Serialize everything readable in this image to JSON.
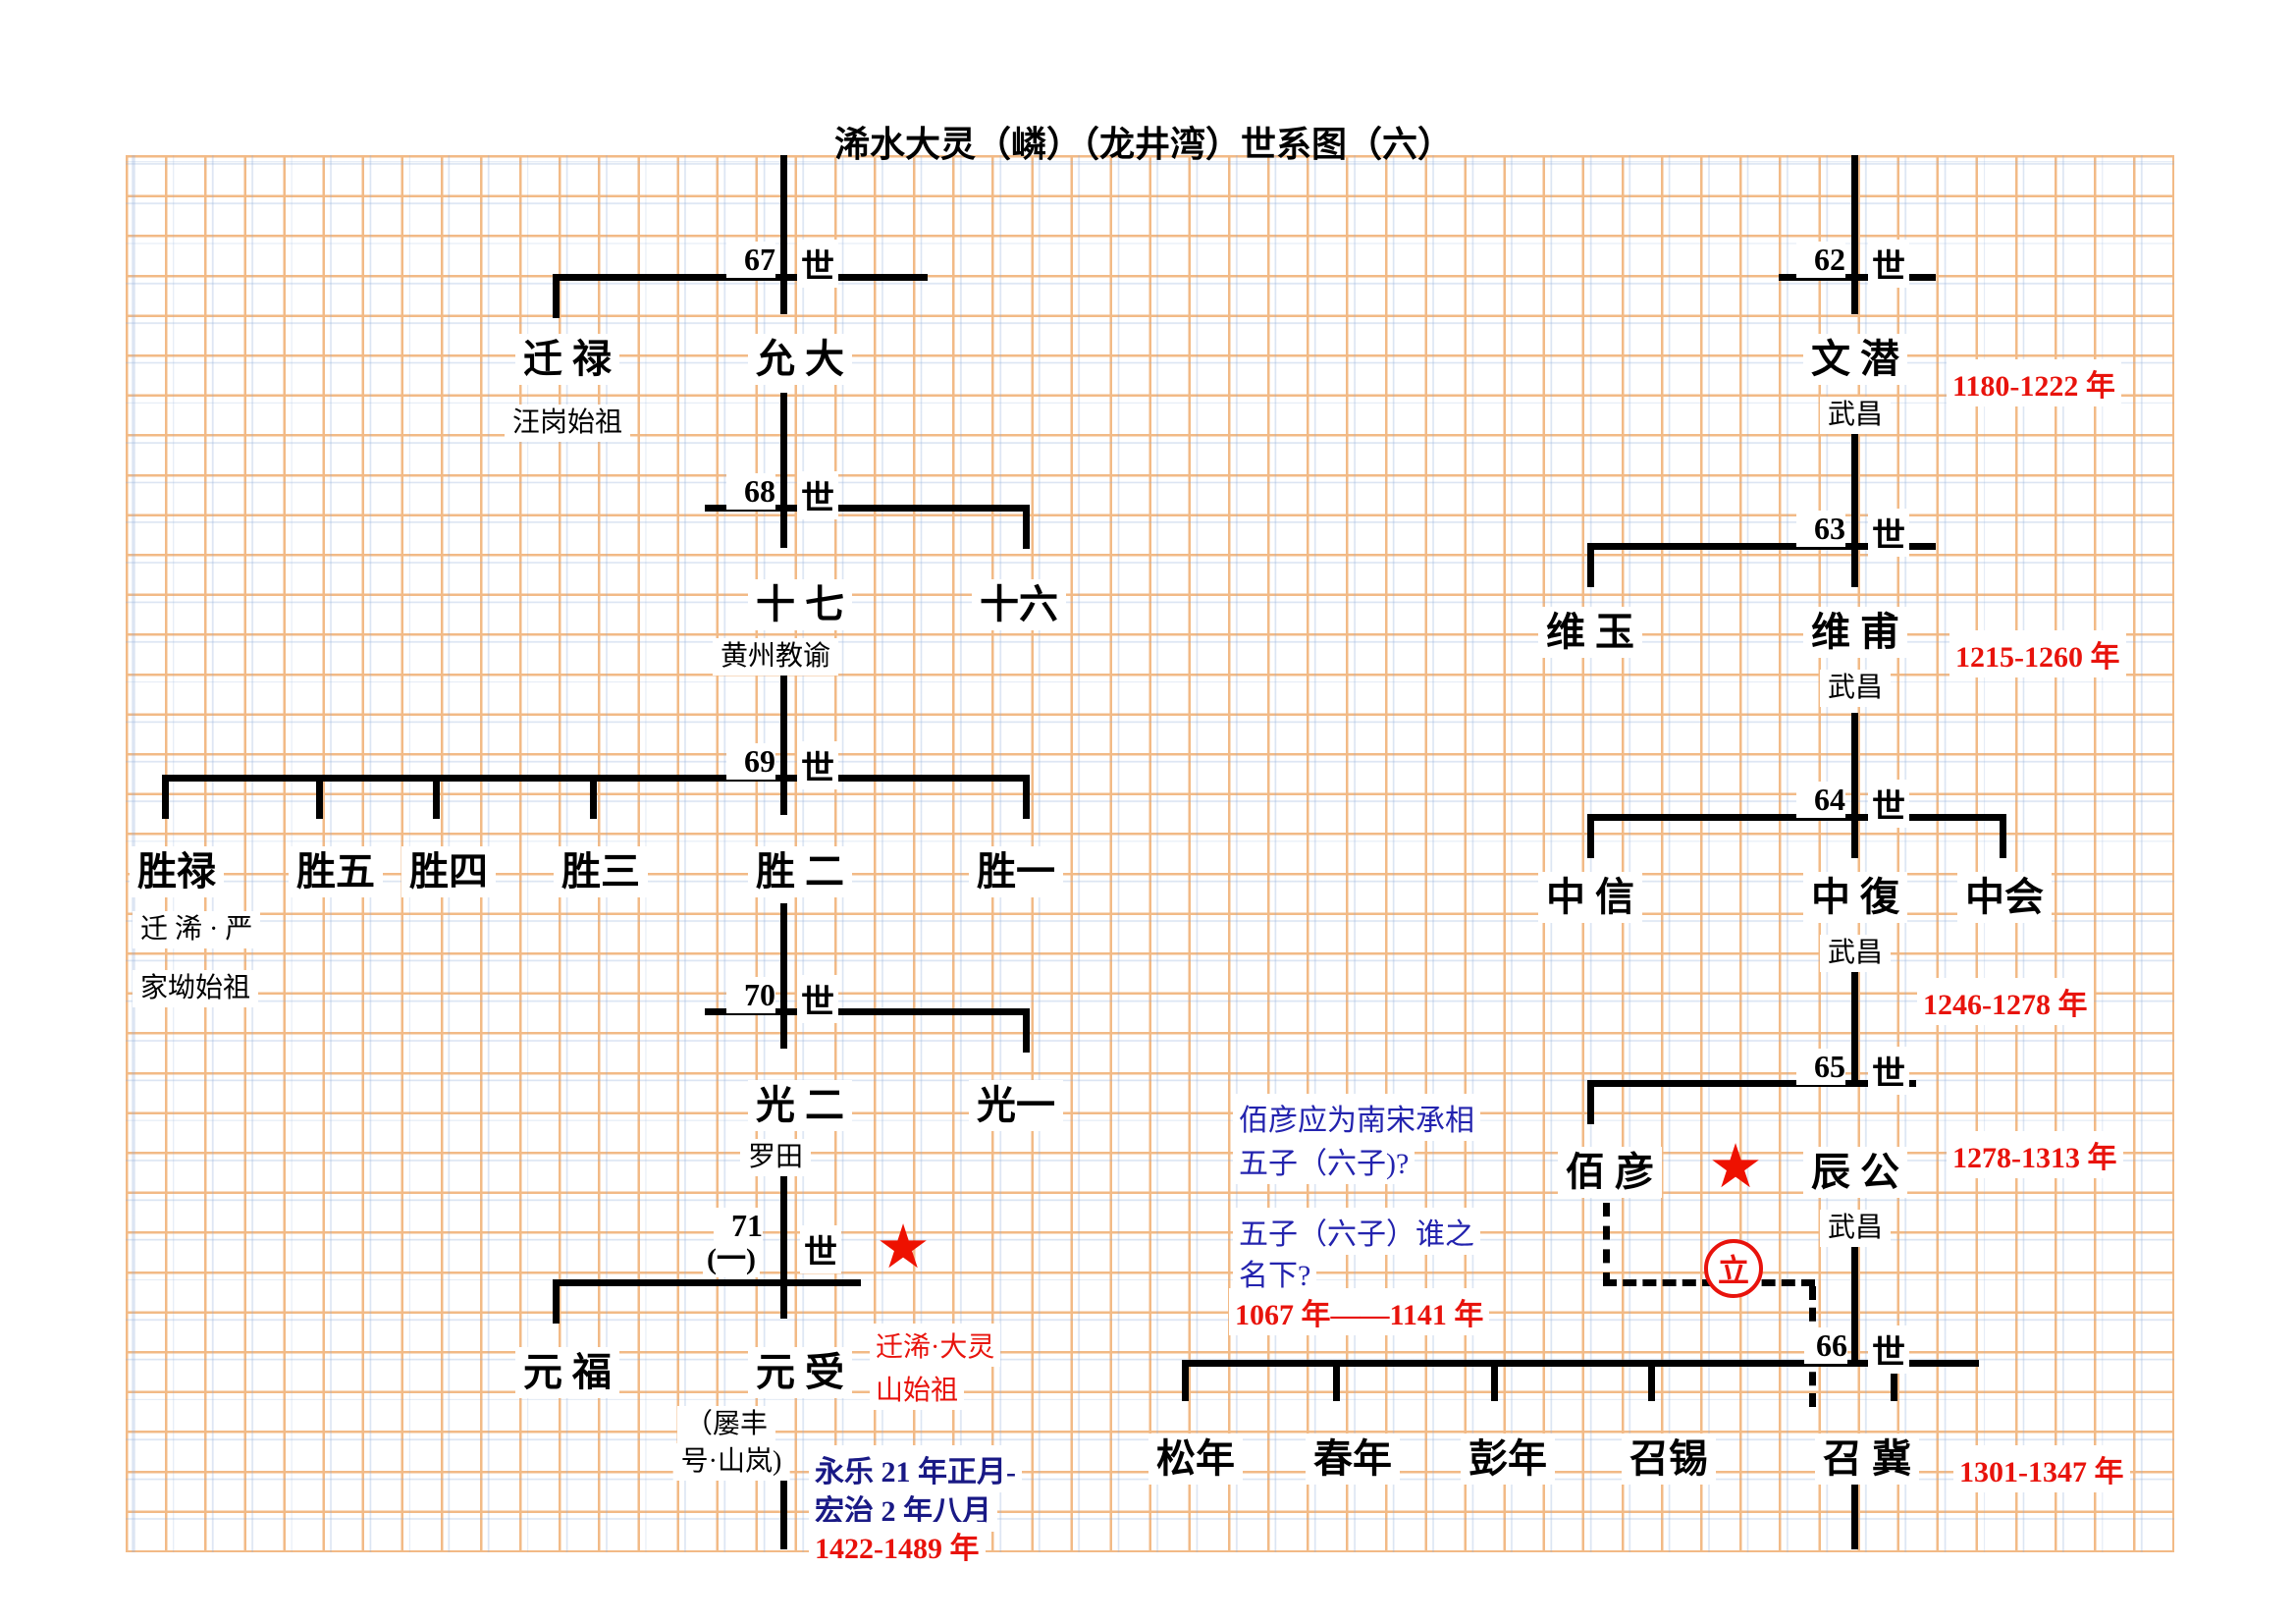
{
  "title": "浠水大灵（嶙）（龙井湾）世系图（六）",
  "symbols": {
    "star": "★",
    "adopt_stamp": "立"
  },
  "left_tree": {
    "g67": {
      "num": "67",
      "shi": "世"
    },
    "g68": {
      "num": "68",
      "shi": "世"
    },
    "g69": {
      "num": "69",
      "shi": "世"
    },
    "g70": {
      "num": "70",
      "shi": "世"
    },
    "g71": {
      "num": "71",
      "branch": "(一)",
      "shi": "世"
    },
    "qian_lu": "迁 禄",
    "yun_da": "允 大",
    "wanggang_note": "汪岗始祖",
    "shi_qi": "十 七",
    "shi_liu": "十六",
    "huangzhou_note": "黄州教谕",
    "sheng_lu": "胜禄",
    "sheng_wu": "胜五",
    "sheng_si": "胜四",
    "sheng_san": "胜三",
    "sheng_er": "胜 二",
    "sheng_yi": "胜一",
    "qianxi_note1": "迁 浠 · 严",
    "qianxi_note2": "家坳始祖",
    "guang_er": "光 二",
    "guang_yi": "光一",
    "luotian_note": "罗田",
    "yuan_fu": "元 福",
    "yuan_shou": "元 受",
    "daling_note1": "迁浠·大灵",
    "daling_note2": "山始祖",
    "alias_note1": "（屡丰",
    "alias_note2": "号·山岚)",
    "era_note1": "永乐 21 年正月-",
    "era_note2": "宏治 2 年八月",
    "era_years": "1422-1489 年"
  },
  "right_tree": {
    "g62": {
      "num": "62",
      "shi": "世"
    },
    "g63": {
      "num": "63",
      "shi": "世"
    },
    "g64": {
      "num": "64",
      "shi": "世"
    },
    "g65": {
      "num": "65",
      "shi": "世"
    },
    "g66": {
      "num": "66",
      "shi": "世"
    },
    "wen_qian": "文 潜",
    "years_62": "1180-1222 年",
    "wuchang_62": "武昌",
    "wei_yu": "维 玉",
    "wei_fu": "维 甫",
    "years_63": "1215-1260 年",
    "wuchang_63": "武昌",
    "zhong_xin": "中 信",
    "zhong_fu": "中 復",
    "zhong_hui": "中会",
    "years_64": "1246-1278 年",
    "wuchang_64": "武昌",
    "bai_yan": "佰 彦",
    "chen_gong": "辰 公",
    "years_65": "1278-1313 年",
    "wuchang_65": "武昌",
    "song_nian": "松年",
    "chun_nian": "春年",
    "peng_nian": "彭年",
    "zhao_xi": "召锡",
    "zhao_ji": "召 冀",
    "years_66": "1301-1347 年"
  },
  "notes": {
    "blue_line1": "佰彦应为南宋承相",
    "blue_line2": "五子（六子)?",
    "blue_line3": "五子（六子）谁之",
    "blue_line4": "名下?",
    "red_years": "1067 年——1141 年"
  },
  "colors": {
    "grid": "#F2BA86",
    "line": "#000000",
    "red": "#E8130C",
    "blue": "#2323AE",
    "navy": "#191985"
  }
}
